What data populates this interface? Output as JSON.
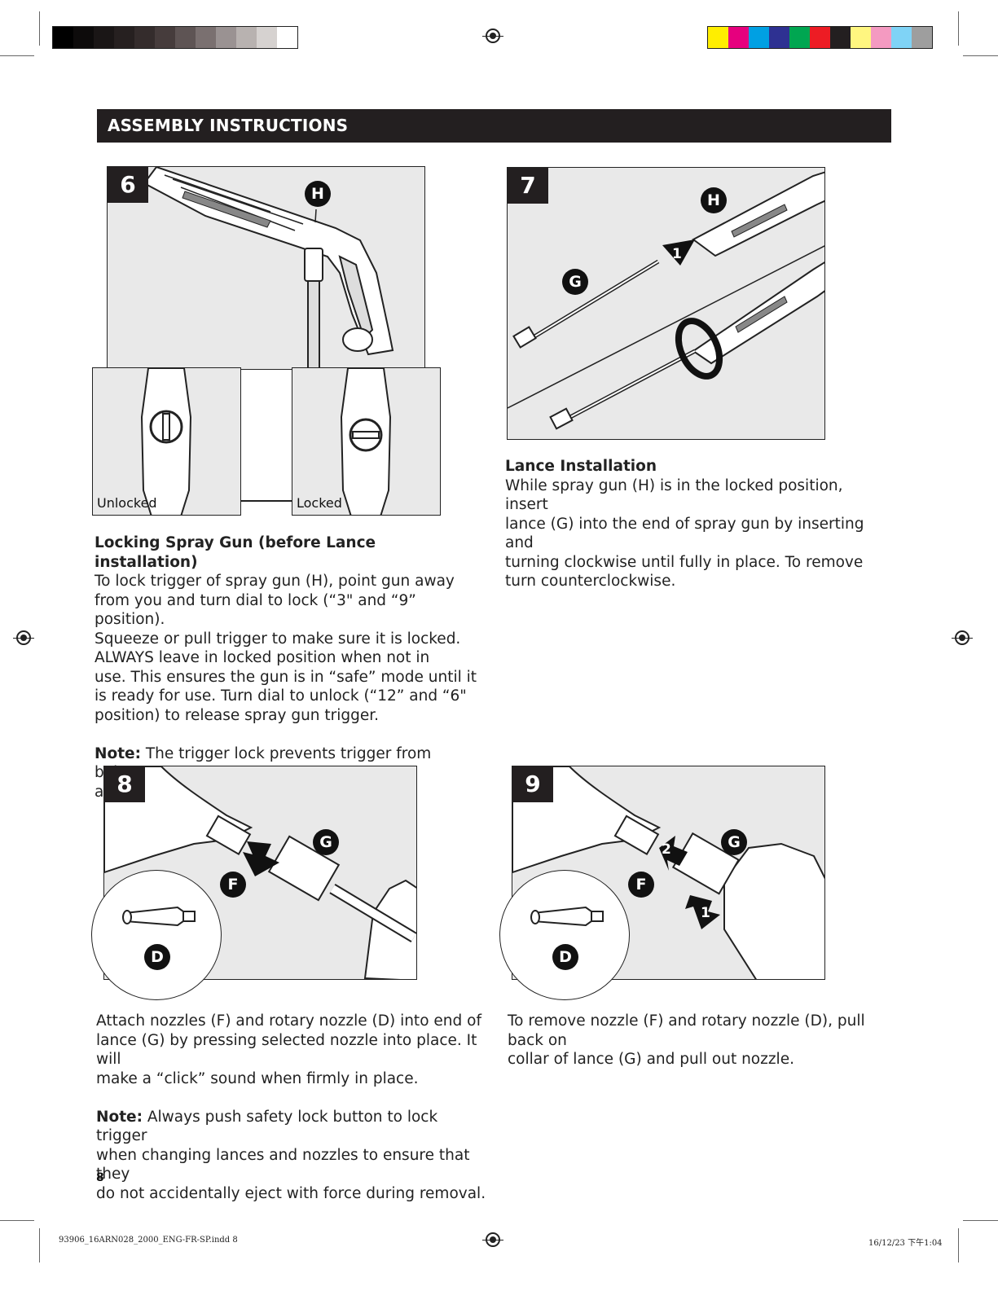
{
  "header": {
    "title": "ASSEMBLY INSTRUCTIONS"
  },
  "colors": {
    "header_bg": "#231f20",
    "grayscale_bar": [
      "#000000",
      "#0d0b0b",
      "#1a1616",
      "#262020",
      "#342c2c",
      "#463c3c",
      "#5e5454",
      "#7a7070",
      "#9a9292",
      "#b8b2b0",
      "#d6d2d0",
      "#ffffff"
    ],
    "color_bar": [
      "#ffee00",
      "#e6007e",
      "#00a0e3",
      "#2e3192",
      "#00a651",
      "#ed1c24",
      "#231f20",
      "#fff680",
      "#f49ac1",
      "#7fd3f6",
      "#9e9e9e"
    ]
  },
  "step6": {
    "number": "6",
    "callout_h": "H",
    "inset_unlocked": "Unlocked",
    "inset_locked": "Locked",
    "heading": "Locking Spray Gun (before Lance installation)",
    "body": [
      "To lock trigger of spray gun (H), point gun away",
      "from you and turn dial to lock (“3\" and “9” position).",
      "Squeeze or pull trigger to make sure it is locked.",
      "ALWAYS leave in locked position when not in",
      "use. This ensures the gun is in “safe” mode until it",
      "is ready for use. Turn dial to unlock (“12” and “6\"",
      "position) to release spray gun trigger."
    ],
    "note_label": "Note:",
    "note_text": " The trigger lock prevents trigger from being",
    "note_text2": "accidentally engaged."
  },
  "step7": {
    "number": "7",
    "callout_h": "H",
    "callout_g": "G",
    "arrow_num": "1",
    "heading": "Lance Installation",
    "body": [
      "While spray gun (H) is in the locked position, insert",
      "lance (G) into the end of spray gun by inserting and",
      "turning clockwise until fully in place. To remove",
      "turn counterclockwise."
    ]
  },
  "step8": {
    "number": "8",
    "callout_g": "G",
    "callout_f": "F",
    "callout_d": "D",
    "body": [
      "Attach nozzles (F) and rotary nozzle (D) into end of",
      "lance (G) by pressing selected nozzle into place. It will",
      "make a “click” sound when firmly in place."
    ],
    "note_label": "Note:",
    "note_lines": [
      " Always push safety lock button to lock trigger",
      "when changing lances and nozzles to ensure that they",
      "do not accidentally eject with force during removal."
    ]
  },
  "step9": {
    "number": "9",
    "callout_g": "G",
    "callout_f": "F",
    "callout_d": "D",
    "arrow_1": "1",
    "arrow_2": "2",
    "body": [
      "To remove nozzle (F) and rotary nozzle (D), pull back on",
      "collar of lance (G) and pull out nozzle."
    ]
  },
  "page_number": "8",
  "footer": {
    "file": "93906_16ARN028_2000_ENG-FR-SP.indd   8",
    "date": "16/12/23   下午1:04"
  }
}
